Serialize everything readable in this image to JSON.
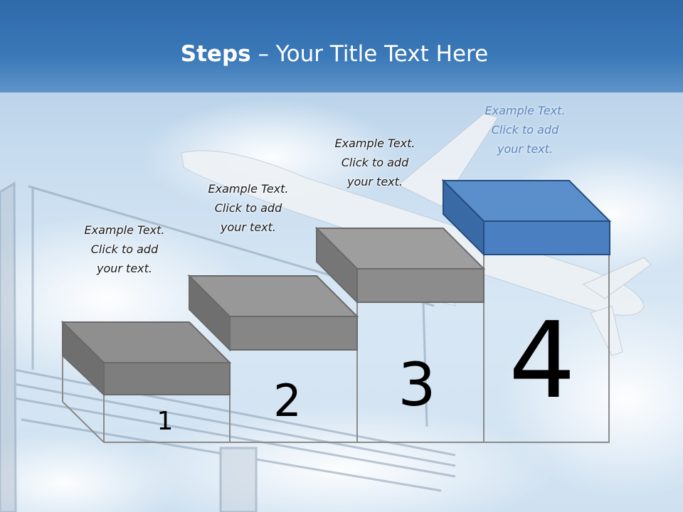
{
  "slide": {
    "title_bold": "Steps",
    "title_rest": " – Your Title Text Here"
  },
  "steps": [
    {
      "number": "1",
      "caption": [
        "Example Text.",
        "Click  to add",
        "your text."
      ]
    },
    {
      "number": "2",
      "caption": [
        "Example Text.",
        "Click  to add",
        "your text."
      ]
    },
    {
      "number": "3",
      "caption": [
        "Example Text.",
        "Click  to add",
        "your text."
      ]
    },
    {
      "number": "4",
      "caption": [
        "Example Text.",
        "Click  to add",
        "your text."
      ]
    }
  ],
  "colors": {
    "title_bar": "#2f6aab",
    "block_gray": "#8c8c8c",
    "block_highlight": "#4f88c6",
    "sky": "#cfe1f1"
  }
}
